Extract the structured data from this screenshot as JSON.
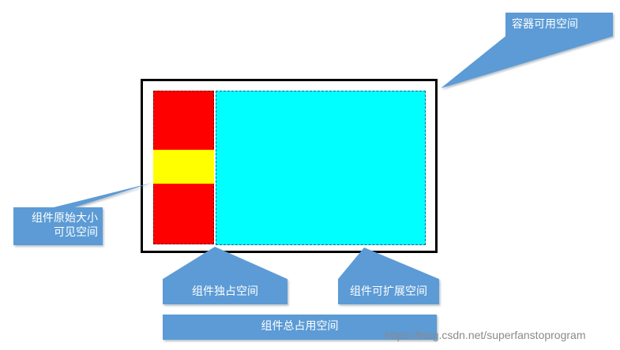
{
  "labels": {
    "container_available_space": "容器可用空间",
    "component_original_size_line1": "组件原始大小",
    "component_original_size_line2": "可见空间",
    "component_exclusive_space": "组件独占空间",
    "component_expandable_space": "组件可扩展空间",
    "component_total_space": "组件总占用空间"
  },
  "watermark": "https://blog.csdn.net/superfanstoprogram",
  "colors": {
    "callout": "#5b9bd5",
    "component": "#ff0000",
    "original_size": "#ffff00",
    "expandable": "#00ffff",
    "container_border": "#000000"
  }
}
